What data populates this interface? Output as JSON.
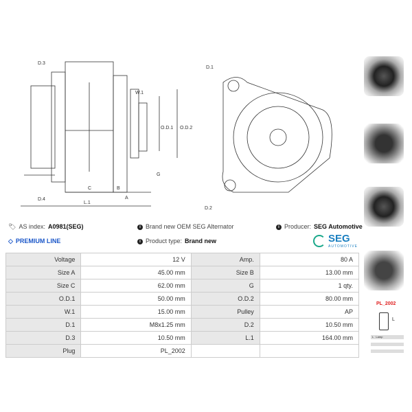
{
  "diagram": {
    "labels": {
      "d3": "D.3",
      "d4": "D.4",
      "w1": "W.1",
      "od1": "O.D.1",
      "od2": "O.D.2",
      "g": "G",
      "c": "C",
      "b": "B",
      "a": "A",
      "l1": "L.1",
      "d1": "D.1",
      "d2": "D.2"
    }
  },
  "info": {
    "as_index_label": "AS index:",
    "as_index_value": "A0981(SEG)",
    "premium": "PREMIUM LINE",
    "desc": "Brand new OEM SEG Alternator",
    "product_type_label": "Product type:",
    "product_type_value": "Brand new",
    "producer_label": "Producer:",
    "producer_value": "SEG Automotive",
    "logo_main": "SEG",
    "logo_sub": "AUTOMOTIVE"
  },
  "specs": [
    [
      "Voltage",
      "12 V",
      "Amp.",
      "80 A"
    ],
    [
      "Size A",
      "45.00 mm",
      "Size B",
      "13.00 mm"
    ],
    [
      "Size C",
      "62.00 mm",
      "G",
      "1 qty."
    ],
    [
      "O.D.1",
      "50.00 mm",
      "O.D.2",
      "80.00 mm"
    ],
    [
      "W.1",
      "15.00 mm",
      "Pulley",
      "AP"
    ],
    [
      "D.1",
      "M8x1.25 mm",
      "D.2",
      "10.50 mm"
    ],
    [
      "D.3",
      "10.50 mm",
      "L.1",
      "164.00 mm"
    ],
    [
      "Plug",
      "PL_2002",
      "",
      ""
    ]
  ],
  "plug": {
    "name": "PL_2002",
    "pin": "L",
    "row1": "L   Lamp"
  },
  "colors": {
    "accent": "#1a56c8",
    "plug": "#e02020",
    "seg": "#1a7fc0"
  }
}
